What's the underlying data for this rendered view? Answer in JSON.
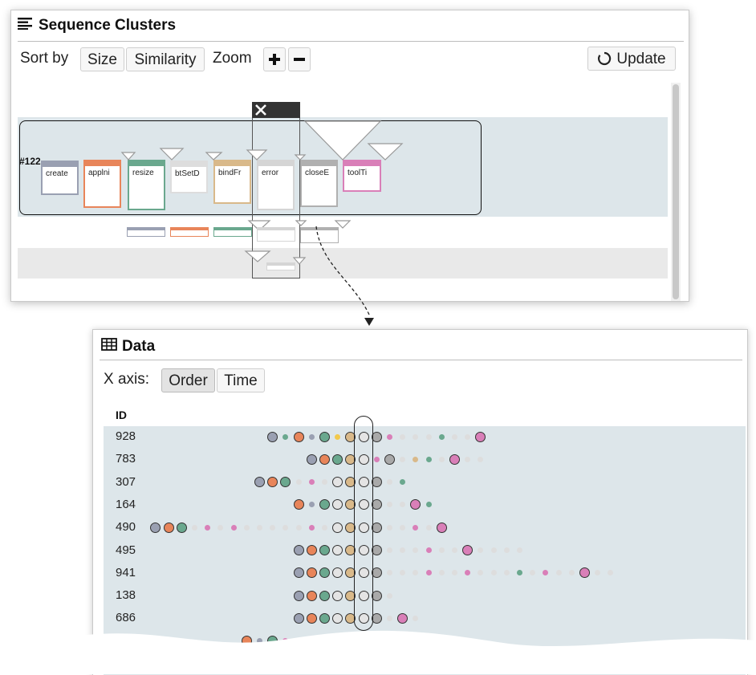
{
  "sequence_panel": {
    "title": "Sequence Clusters",
    "sort_by_label": "Sort by",
    "sort_size_label": "Size",
    "sort_similarity_label": "Similarity",
    "zoom_label": "Zoom",
    "zoom_in_icon": "plus-icon",
    "zoom_out_icon": "minus-icon",
    "update_label": "Update",
    "update_icon": "refresh-icon",
    "cluster_id": "#122",
    "close_icon": "close-icon",
    "nodes": [
      {
        "label": "create",
        "color": "#9aa0b2"
      },
      {
        "label": "applni",
        "color": "#e8855a"
      },
      {
        "label": "resize",
        "color": "#6aa88e"
      },
      {
        "label": "btSetD",
        "color": "#dddddd"
      },
      {
        "label": "bindFr",
        "color": "#d9b98a"
      },
      {
        "label": "error",
        "color": "#d5d5d5"
      },
      {
        "label": "closeE",
        "color": "#b0b0b0"
      },
      {
        "label": "toolTi",
        "color": "#d97fb8"
      }
    ],
    "mini_colors": [
      "#9aa0b2",
      "#e8855a",
      "#6aa88e",
      "#d5d5d5",
      "#b0b0b0"
    ]
  },
  "data_panel": {
    "title": "Data",
    "title_icon": "table-icon",
    "x_axis_label": "X axis:",
    "order_label": "Order",
    "time_label": "Time",
    "id_header": "ID",
    "rows": [
      {
        "id": "928",
        "events": [
          "slate",
          "S",
          "teal",
          "s",
          "orange",
          "S",
          "slate",
          "s",
          "green",
          "S",
          "yellow",
          "s",
          "tan",
          "S",
          "white",
          "S",
          "gray",
          "S",
          "pink",
          "s",
          "lt",
          "s",
          "lt",
          "s",
          "lt",
          "s",
          "teal",
          "s",
          "lt",
          "s",
          "lt",
          "s",
          "pink",
          "B"
        ]
      },
      {
        "id": "783",
        "events": [
          "slate",
          "S",
          "orange",
          "S",
          "green",
          "S",
          "tan",
          "S",
          "white",
          "S",
          "pink",
          "s",
          "gray",
          "S",
          "lt",
          "s",
          "tan",
          "s",
          "green",
          "s",
          "lt",
          "s",
          "pink",
          "S",
          "lt",
          "s",
          "lt",
          "s"
        ]
      },
      {
        "id": "307",
        "events": [
          "slate",
          "S",
          "orange",
          "S",
          "green",
          "S",
          "lt",
          "s",
          "pink",
          "s",
          "lt",
          "s",
          "white",
          "S",
          "tan",
          "S",
          "white",
          "S",
          "gray",
          "S",
          "lt",
          "s",
          "green",
          "s"
        ]
      },
      {
        "id": "164",
        "events": [
          "orange",
          "S",
          "slate",
          "s",
          "green",
          "S",
          "white",
          "S",
          "tan",
          "S",
          "white",
          "S",
          "gray",
          "S",
          "lt",
          "s",
          "lt",
          "s",
          "pink",
          "S",
          "green",
          "s"
        ]
      },
      {
        "id": "490",
        "events": [
          "slate",
          "S",
          "orange",
          "S",
          "green",
          "S",
          "lt",
          "s",
          "pink",
          "s",
          "lt",
          "s",
          "pink",
          "s",
          "lt",
          "s",
          "lt",
          "s",
          "lt",
          "s",
          "lt",
          "s",
          "lt",
          "s",
          "pink",
          "s",
          "lt",
          "s",
          "white",
          "S",
          "tan",
          "S",
          "white",
          "S",
          "gray",
          "S",
          "lt",
          "s",
          "lt",
          "s",
          "pink",
          "s",
          "lt",
          "s",
          "pink",
          "B"
        ]
      },
      {
        "id": "495",
        "events": [
          "slate",
          "S",
          "orange",
          "S",
          "green",
          "S",
          "white",
          "S",
          "tan",
          "S",
          "white",
          "S",
          "gray",
          "S",
          "lt",
          "s",
          "lt",
          "s",
          "lt",
          "s",
          "pink",
          "s",
          "lt",
          "s",
          "lt",
          "s",
          "pink",
          "B",
          "lt",
          "s",
          "lt",
          "s",
          "lt",
          "s",
          "lt",
          "s"
        ]
      },
      {
        "id": "941",
        "events": [
          "slate",
          "S",
          "orange",
          "S",
          "green",
          "S",
          "white",
          "S",
          "tan",
          "S",
          "white",
          "S",
          "gray",
          "S",
          "lt",
          "s",
          "lt",
          "s",
          "lt",
          "s",
          "pink",
          "s",
          "lt",
          "s",
          "lt",
          "s",
          "pink",
          "s",
          "lt",
          "s",
          "lt",
          "s",
          "lt",
          "s",
          "teal",
          "s",
          "lt",
          "s",
          "pink",
          "s",
          "lt",
          "s",
          "lt",
          "s",
          "pink",
          "B",
          "lt",
          "s",
          "lt",
          "s"
        ]
      },
      {
        "id": "138",
        "events": [
          "slate",
          "S",
          "orange",
          "S",
          "green",
          "S",
          "white",
          "S",
          "tan",
          "S",
          "white",
          "S",
          "gray",
          "S",
          "lt",
          "s"
        ]
      },
      {
        "id": "686",
        "events": [
          "slate",
          "S",
          "orange",
          "S",
          "green",
          "S",
          "white",
          "S",
          "tan",
          "S",
          "white",
          "S",
          "gray",
          "S",
          "lt",
          "s",
          "pink",
          "S",
          "lt",
          "s"
        ]
      }
    ],
    "partial_row_events": [
      "orange",
      "S",
      "slate",
      "s",
      "green",
      "S",
      "pink",
      "s",
      "lt",
      "s",
      "lt",
      "s",
      "pink",
      "s",
      "lt",
      "s",
      "tan",
      "S",
      "green",
      "s",
      "lt",
      "s",
      "pink",
      "s",
      "lt",
      "s",
      "green",
      "s"
    ],
    "palette": {
      "slate": "#9aa0b2",
      "teal": "#6aa88e",
      "orange": "#e8855a",
      "green": "#6aa88e",
      "yellow": "#f2c94c",
      "tan": "#d9b98a",
      "white": "#dcdcdc",
      "gray": "#a9a9a9",
      "pink": "#d97fb8",
      "lt": "#dddddd",
      "lime": "#9ccc65"
    },
    "row_band_color": "#dde6ea"
  },
  "connector": {
    "style": "dashed-arrow"
  }
}
